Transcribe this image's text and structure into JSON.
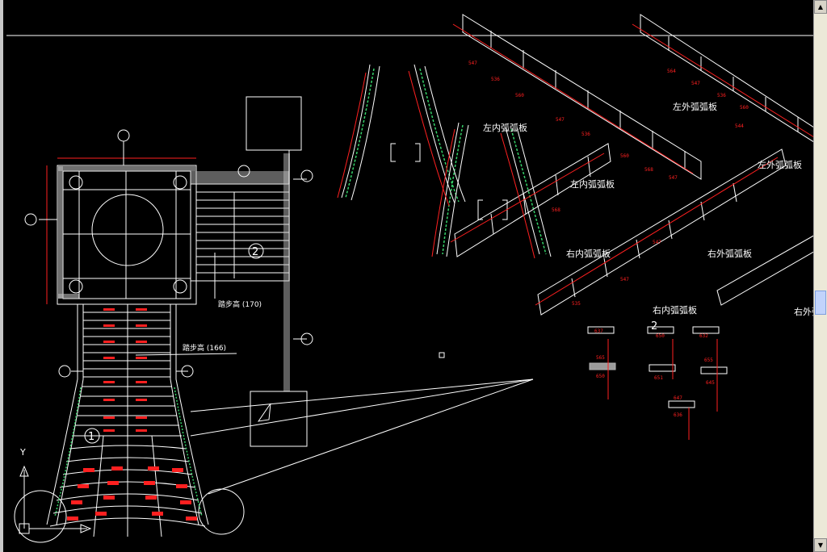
{
  "drawing": {
    "panel_labels": {
      "left_inner_arc": "左内弧弧板",
      "left_outer_arc": "左外弧弧板",
      "left_outer_arc_2": "左外弧弧板",
      "left_inner_arc_2": "左内弧弧板",
      "right_inner_arc": "右内弧弧板",
      "right_outer_arc": "右外弧弧板",
      "right_inner_arc_2": "右内弧弧板",
      "right_outer_arc_2": "右外弧"
    },
    "step_heights": {
      "upper": "踏步高 (170)",
      "lower": "踏步高 (166)"
    },
    "markers": {
      "stair_1": "1",
      "stair_2": "2",
      "detail_2": "2"
    },
    "dims": [
      "547",
      "536",
      "560",
      "547",
      "536",
      "560",
      "568",
      "547",
      "535",
      "547",
      "564",
      "547",
      "536",
      "560",
      "544",
      "547",
      "568",
      "637",
      "565",
      "650",
      "651",
      "655",
      "645",
      "647",
      "636",
      "632",
      "650"
    ],
    "ucs_y": "Y"
  },
  "colors": {
    "background": "#000000",
    "line": "#ffffff",
    "dimension": "#ff2020",
    "hatch_green": "#36d36a"
  },
  "scrollbar": {
    "up_icon": "▲",
    "down_icon": "▼"
  }
}
